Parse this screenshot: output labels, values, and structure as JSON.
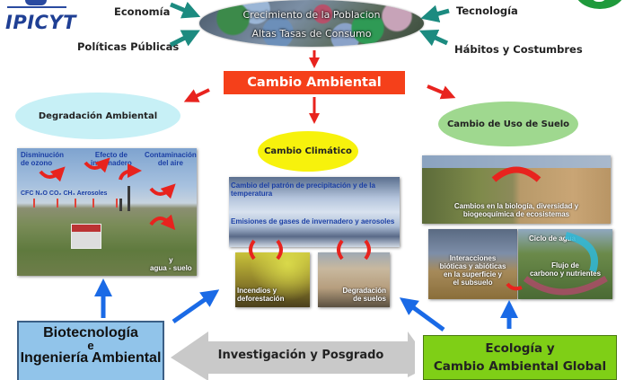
{
  "logo": {
    "text": "IPICYT"
  },
  "top_factors": {
    "left": [
      "Economía",
      "Políticas Públicas"
    ],
    "right": [
      "Tecnología",
      "Hábitos y Costumbres"
    ]
  },
  "population": {
    "line1": "Crecimiento de la Poblacion",
    "line2": "Altas Tasas de Consumo"
  },
  "main": {
    "title": "Cambio Ambiental Global"
  },
  "branches": {
    "degradation": {
      "title": "Degradación Ambiental",
      "photo_labels": {
        "ozone": [
          "Disminución",
          "de ozono"
        ],
        "greenhouse": [
          "Efecto de",
          "invernadero"
        ],
        "air": [
          "Contaminación",
          "del aire"
        ],
        "gases": "CFC  N₂O  CO₂ CH₄ Aerosoles",
        "soil": [
          "y",
          "agua - suelo"
        ]
      }
    },
    "climate": {
      "title": "Cambio Climático",
      "photo_labels": {
        "precip": "Cambio del patrón de precipitación y de la temperatura",
        "emissions": "Emisiones de gases de invernadero y aerosoles",
        "fire": [
          "Incendios y",
          "deforestación"
        ],
        "soil": [
          "Degradación",
          "de suelos"
        ]
      }
    },
    "land_use": {
      "title": "Cambio de Uso de Suelo",
      "photo_labels": {
        "bio": [
          "Cambios en la biología, diversidad y",
          "biogeoquímica de ecosistemas"
        ],
        "interactions": [
          "Interacciones",
          "bióticas y abióticas",
          "en la superficie y",
          "el subsuelo"
        ],
        "water": "Ciclo de agua",
        "carbon": [
          "Flujo de",
          "carbono y nutrientes"
        ]
      }
    }
  },
  "bottom": {
    "left_box": [
      "Biotecnología",
      "e",
      "Ingeniería Ambiental"
    ],
    "center_arrow": "Investigación y Posgrado",
    "right_box": [
      "Ecología y",
      "Cambio Ambiental Global"
    ]
  },
  "colors": {
    "main_box": "#f5401a",
    "degradation": "#c7f0f6",
    "climate": "#f7f20c",
    "land_use": "#9fd88f",
    "left_box": "#91c4ea",
    "right_box": "#7fcf16",
    "teal_arrow": "#1c8b80",
    "red_arrow": "#e8231e",
    "blue_arrow": "#1a6ae6",
    "gray_arrow": "#c9c9c9"
  }
}
